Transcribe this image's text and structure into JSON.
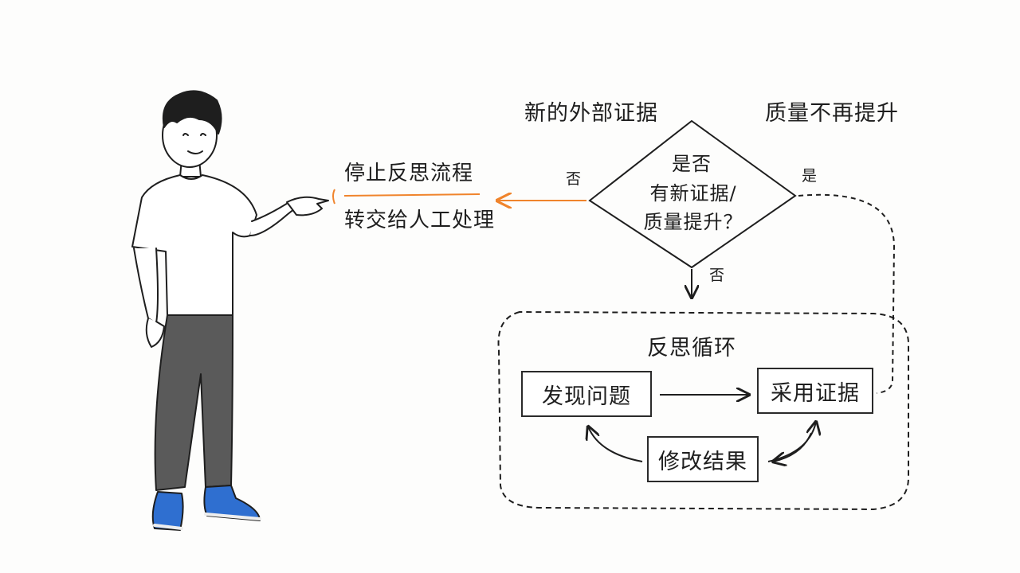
{
  "top_labels": {
    "evidence": "新的外部证据",
    "quality": "质量不再提升"
  },
  "stop_box": {
    "line1": "停止反思流程",
    "line2": "转交给人工处理"
  },
  "decision": {
    "line1": "是否",
    "line2": "有新证据/",
    "line3": "质量提升？",
    "no_left": "否",
    "no_down": "否",
    "yes": "是"
  },
  "loop": {
    "title": "反思循环",
    "find_issue": "发现问题",
    "adopt_evidence": "采用证据",
    "revise_result": "修改结果"
  },
  "colors": {
    "ink": "#1e1e1e",
    "accent_orange": "#f0842c",
    "shirt": "#ffffff",
    "pants": "#5a5a5a",
    "shoes": "#2f6fd0"
  }
}
